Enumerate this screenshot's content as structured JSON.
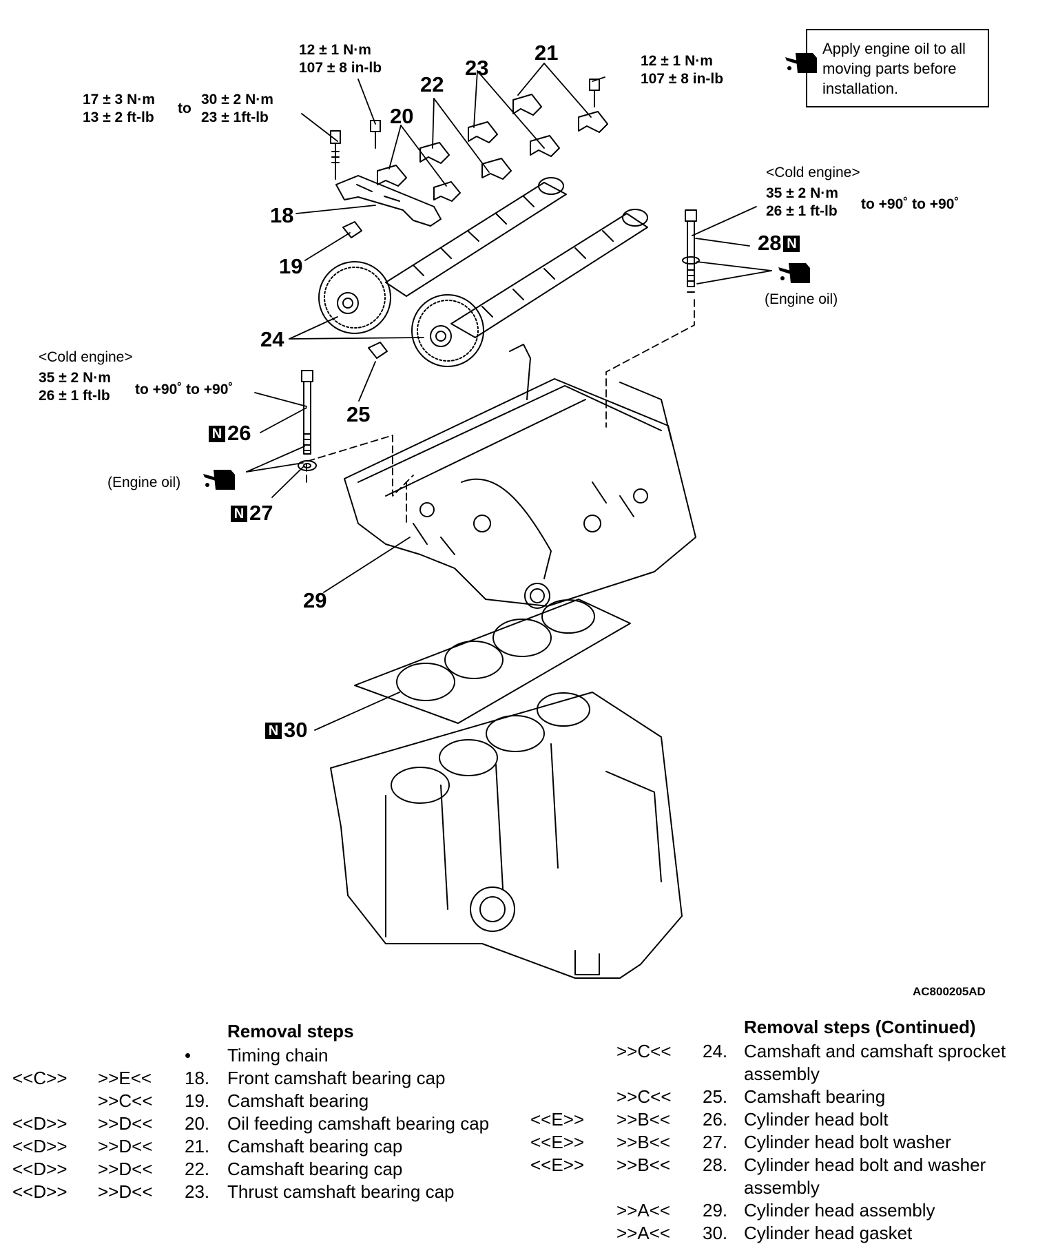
{
  "diagram": {
    "figure_code": "AC800205AD",
    "callouts": {
      "c18": "18",
      "c19": "19",
      "c20": "20",
      "c21": "21",
      "c22": "22",
      "c23": "23",
      "c24": "24",
      "c25": "25",
      "c26": "26",
      "c27": "27",
      "c28": "28",
      "c29": "29",
      "c30": "30"
    },
    "new_part_marker": "N",
    "torque": {
      "t1_line1": "12 ± 1 N·m",
      "t1_line2": "107 ± 8 in-lb",
      "t2_line1": "12 ± 1 N·m",
      "t2_line2": "107 ± 8 in-lb",
      "t3a_line1": "17 ± 3 N·m",
      "t3a_line2": "13 ± 2 ft-lb",
      "t3_to": "to",
      "t3b_line1": "30 ± 2 N·m",
      "t3b_line2": "23 ± 1ft-lb",
      "cold_right_title": "<Cold engine>",
      "cold_right_line1": "35 ± 2 N·m",
      "cold_right_line2": "26 ± 1 ft-lb",
      "cold_right_angle": "to +90˚ to +90˚",
      "cold_left_title": "<Cold engine>",
      "cold_left_line1": "35 ± 2 N·m",
      "cold_left_line2": "26 ± 1 ft-lb",
      "cold_left_angle": "to +90˚ to +90˚"
    },
    "engine_oil_right": "(Engine oil)",
    "engine_oil_left": "(Engine oil)",
    "note": {
      "line1": "Apply engine oil to all",
      "line2": "moving parts before",
      "line3": "installation."
    }
  },
  "removal_steps": {
    "title": "Removal steps",
    "items": [
      {
        "code1": "",
        "code2": "",
        "num": "•",
        "text": "Timing chain"
      },
      {
        "code1": "<<C>>",
        "code2": ">>E<<",
        "num": "18.",
        "text": "Front camshaft bearing cap"
      },
      {
        "code1": "",
        "code2": ">>C<<",
        "num": "19.",
        "text": "Camshaft bearing"
      },
      {
        "code1": "<<D>>",
        "code2": ">>D<<",
        "num": "20.",
        "text": "Oil feeding camshaft bearing cap"
      },
      {
        "code1": "<<D>>",
        "code2": ">>D<<",
        "num": "21.",
        "text": "Camshaft bearing cap"
      },
      {
        "code1": "<<D>>",
        "code2": ">>D<<",
        "num": "22.",
        "text": "Camshaft bearing cap"
      },
      {
        "code1": "<<D>>",
        "code2": ">>D<<",
        "num": "23.",
        "text": "Thrust camshaft bearing cap"
      }
    ]
  },
  "removal_steps_continued": {
    "title": "Removal steps (Continued)",
    "items": [
      {
        "code1": "",
        "code2": ">>C<<",
        "num": "24.",
        "text": "Camshaft and camshaft sprocket",
        "text2": "assembly"
      },
      {
        "code1": "",
        "code2": ">>C<<",
        "num": "25.",
        "text": "Camshaft bearing",
        "text2": ""
      },
      {
        "code1": "<<E>>",
        "code2": ">>B<<",
        "num": "26.",
        "text": "Cylinder head bolt",
        "text2": ""
      },
      {
        "code1": "<<E>>",
        "code2": ">>B<<",
        "num": "27.",
        "text": "Cylinder head bolt washer",
        "text2": ""
      },
      {
        "code1": "<<E>>",
        "code2": ">>B<<",
        "num": "28.",
        "text": "Cylinder head bolt and washer",
        "text2": "assembly"
      },
      {
        "code1": "",
        "code2": ">>A<<",
        "num": "29.",
        "text": "Cylinder head assembly",
        "text2": ""
      },
      {
        "code1": "",
        "code2": ">>A<<",
        "num": "30.",
        "text": "Cylinder head gasket",
        "text2": ""
      }
    ]
  }
}
